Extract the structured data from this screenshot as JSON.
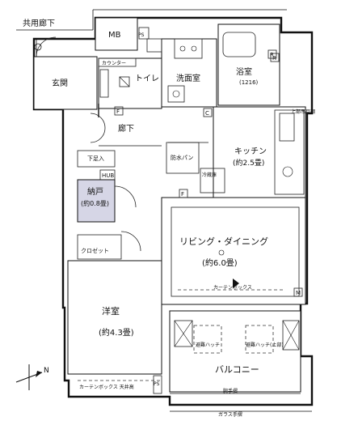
{
  "labels": {
    "common_corridor": "共用廊下",
    "mb": "MB",
    "ps": "PS",
    "entrance": "玄関",
    "counter": "カウンター",
    "toilet": "トイレ",
    "washroom": "洗面室",
    "bath": "浴室",
    "bath_size": "(1216)",
    "hallway": "廊下",
    "kitchen": "キッチン",
    "kitchen_size": "(約2.5畳)",
    "shoe_box": "下足入",
    "hub": "HUB",
    "storeroom": "納戸",
    "storeroom_size": "(約0.8畳)",
    "closet": "クロゼット",
    "living_dining": "リビング・ダイニング",
    "living_dining_size": "(約6.0畳)",
    "western_room": "洋室",
    "western_room_size": "(約4.3畳)",
    "balcony": "バルコニー",
    "evac_hatch": "避難ハッチ",
    "evac_ladder": "避難ハッチ(上部)",
    "curtain_box": "カーテンボックス",
    "curtain_box_note": "カーテンボックス 天井高",
    "glass_rail": "ガラス手摺",
    "handrail": "腕手摺",
    "water_pan": "防水パン",
    "fridge": "冷蔵庫",
    "upper_cabinet": "上部吊戸棚",
    "f": "F",
    "c": "C",
    "r": "R",
    "m": "M",
    "north": "N"
  },
  "colors": {
    "wall": "#111111",
    "storage": "#d6d6e6",
    "background": "#ffffff"
  }
}
